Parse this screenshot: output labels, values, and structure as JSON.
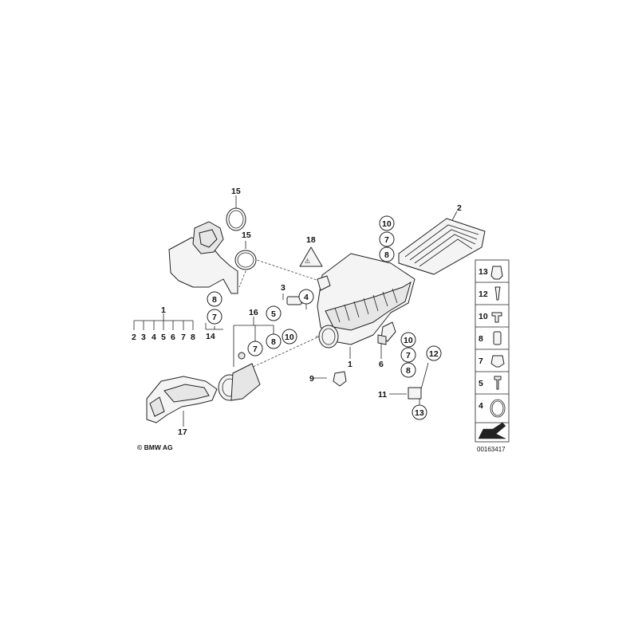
{
  "callouts": {
    "c1": "1",
    "c2": "2",
    "c3": "3",
    "c4": "4",
    "c5": "5",
    "c6": "6",
    "c9": "9",
    "c11": "11",
    "c14": "14",
    "c15a": "15",
    "c15b": "15",
    "c16": "16",
    "c17": "17",
    "c18": "18",
    "s10a": "10",
    "s7a": "7",
    "s8a": "8",
    "s8b": "8",
    "s7b": "7",
    "s7c": "7",
    "s8c": "8",
    "s10b": "10",
    "s10c": "10",
    "s7d": "7",
    "s8d": "8",
    "s12": "12",
    "s13": "13",
    "g1_items": [
      "2",
      "3",
      "4",
      "5",
      "6",
      "7",
      "8"
    ]
  },
  "legend_panel": {
    "items": [
      "13",
      "12",
      "10",
      "8",
      "7",
      "5",
      "4"
    ]
  },
  "copyright": "© BMW AG",
  "diagram_number": "00163417"
}
